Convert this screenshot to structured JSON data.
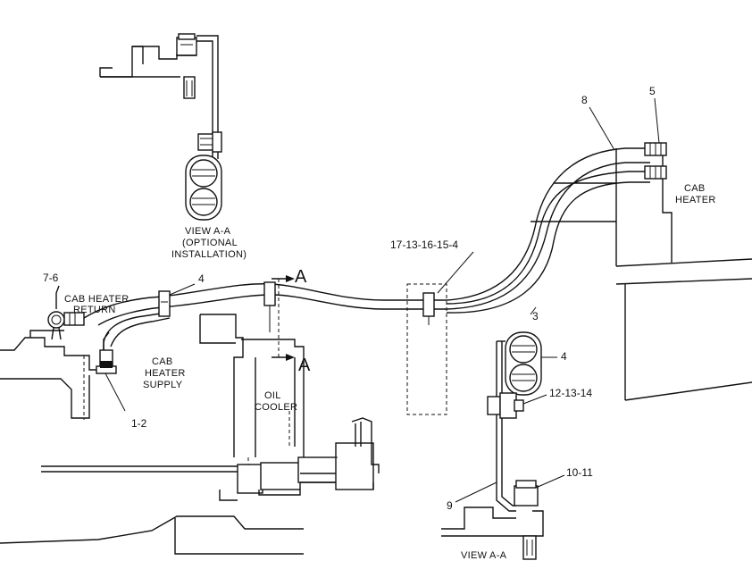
{
  "labels": {
    "view_top": "VIEW A-A",
    "optional_line1": "(OPTIONAL",
    "optional_line2": "INSTALLATION)",
    "view_bottom": "VIEW A-A",
    "cab_heater_line1": "CAB",
    "cab_heater_line2": "HEATER",
    "cab_heater_return_line1": "CAB HEATER",
    "cab_heater_return_line2": "RETURN",
    "cab_heater_supply_line1": "CAB",
    "cab_heater_supply_line2": "HEATER",
    "cab_heater_supply_line3": "SUPPLY",
    "oil_cooler_line1": "OIL",
    "oil_cooler_line2": "COOLER",
    "section_a_top": "A",
    "section_a_bottom": "A"
  },
  "callouts": {
    "c_7_6": "7-6",
    "c_4_left": "4",
    "c_1_2": "1-2",
    "c_17_13_16_15_4": "17-13-16-15-4",
    "c_8": "8",
    "c_5": "5",
    "c_3": "3",
    "c_4_right": "4",
    "c_12_13_14": "12-13-14",
    "c_10_11": "10-11",
    "c_9": "9"
  }
}
